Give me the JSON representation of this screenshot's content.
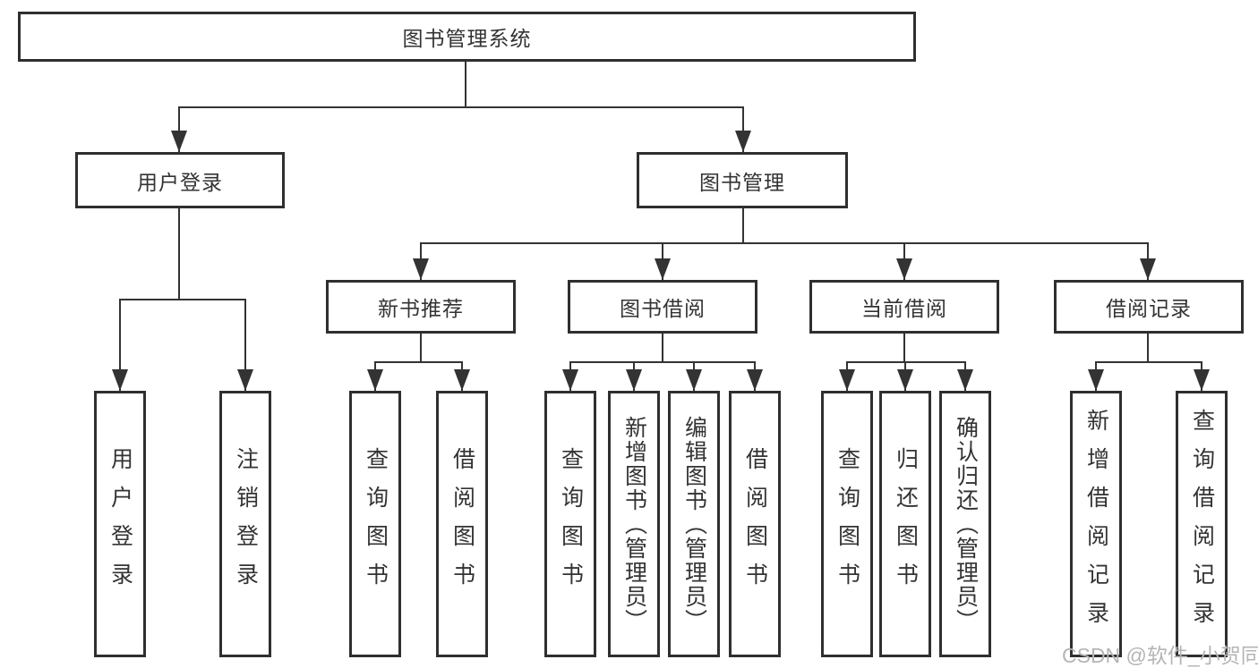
{
  "tree": {
    "label": "图书管理系统",
    "children": [
      {
        "label": "用户登录",
        "children": [
          {
            "label": "用户登录"
          },
          {
            "label": "注销登录"
          }
        ]
      },
      {
        "label": "图书管理",
        "children": [
          {
            "label": "新书推荐",
            "children": [
              {
                "label": "查询图书"
              },
              {
                "label": "借阅图书"
              }
            ]
          },
          {
            "label": "图书借阅",
            "children": [
              {
                "label": "查询图书"
              },
              {
                "label": "新增图书（管理员）"
              },
              {
                "label": "编辑图书（管理员）"
              },
              {
                "label": "借阅图书"
              }
            ]
          },
          {
            "label": "当前借阅",
            "children": [
              {
                "label": "查询图书"
              },
              {
                "label": "归还图书"
              },
              {
                "label": "确认归还（管理员）"
              }
            ]
          },
          {
            "label": "借阅记录",
            "children": [
              {
                "label": "新增借阅记录"
              },
              {
                "label": "查询借阅记录"
              }
            ]
          }
        ]
      }
    ]
  },
  "watermark": "CSDN @软件_小贺同学",
  "colors": {
    "line": "#333333",
    "box_border": "#2f2f2f",
    "text": "#333333",
    "watermark": "#b5b5b5",
    "background": "#ffffff"
  }
}
